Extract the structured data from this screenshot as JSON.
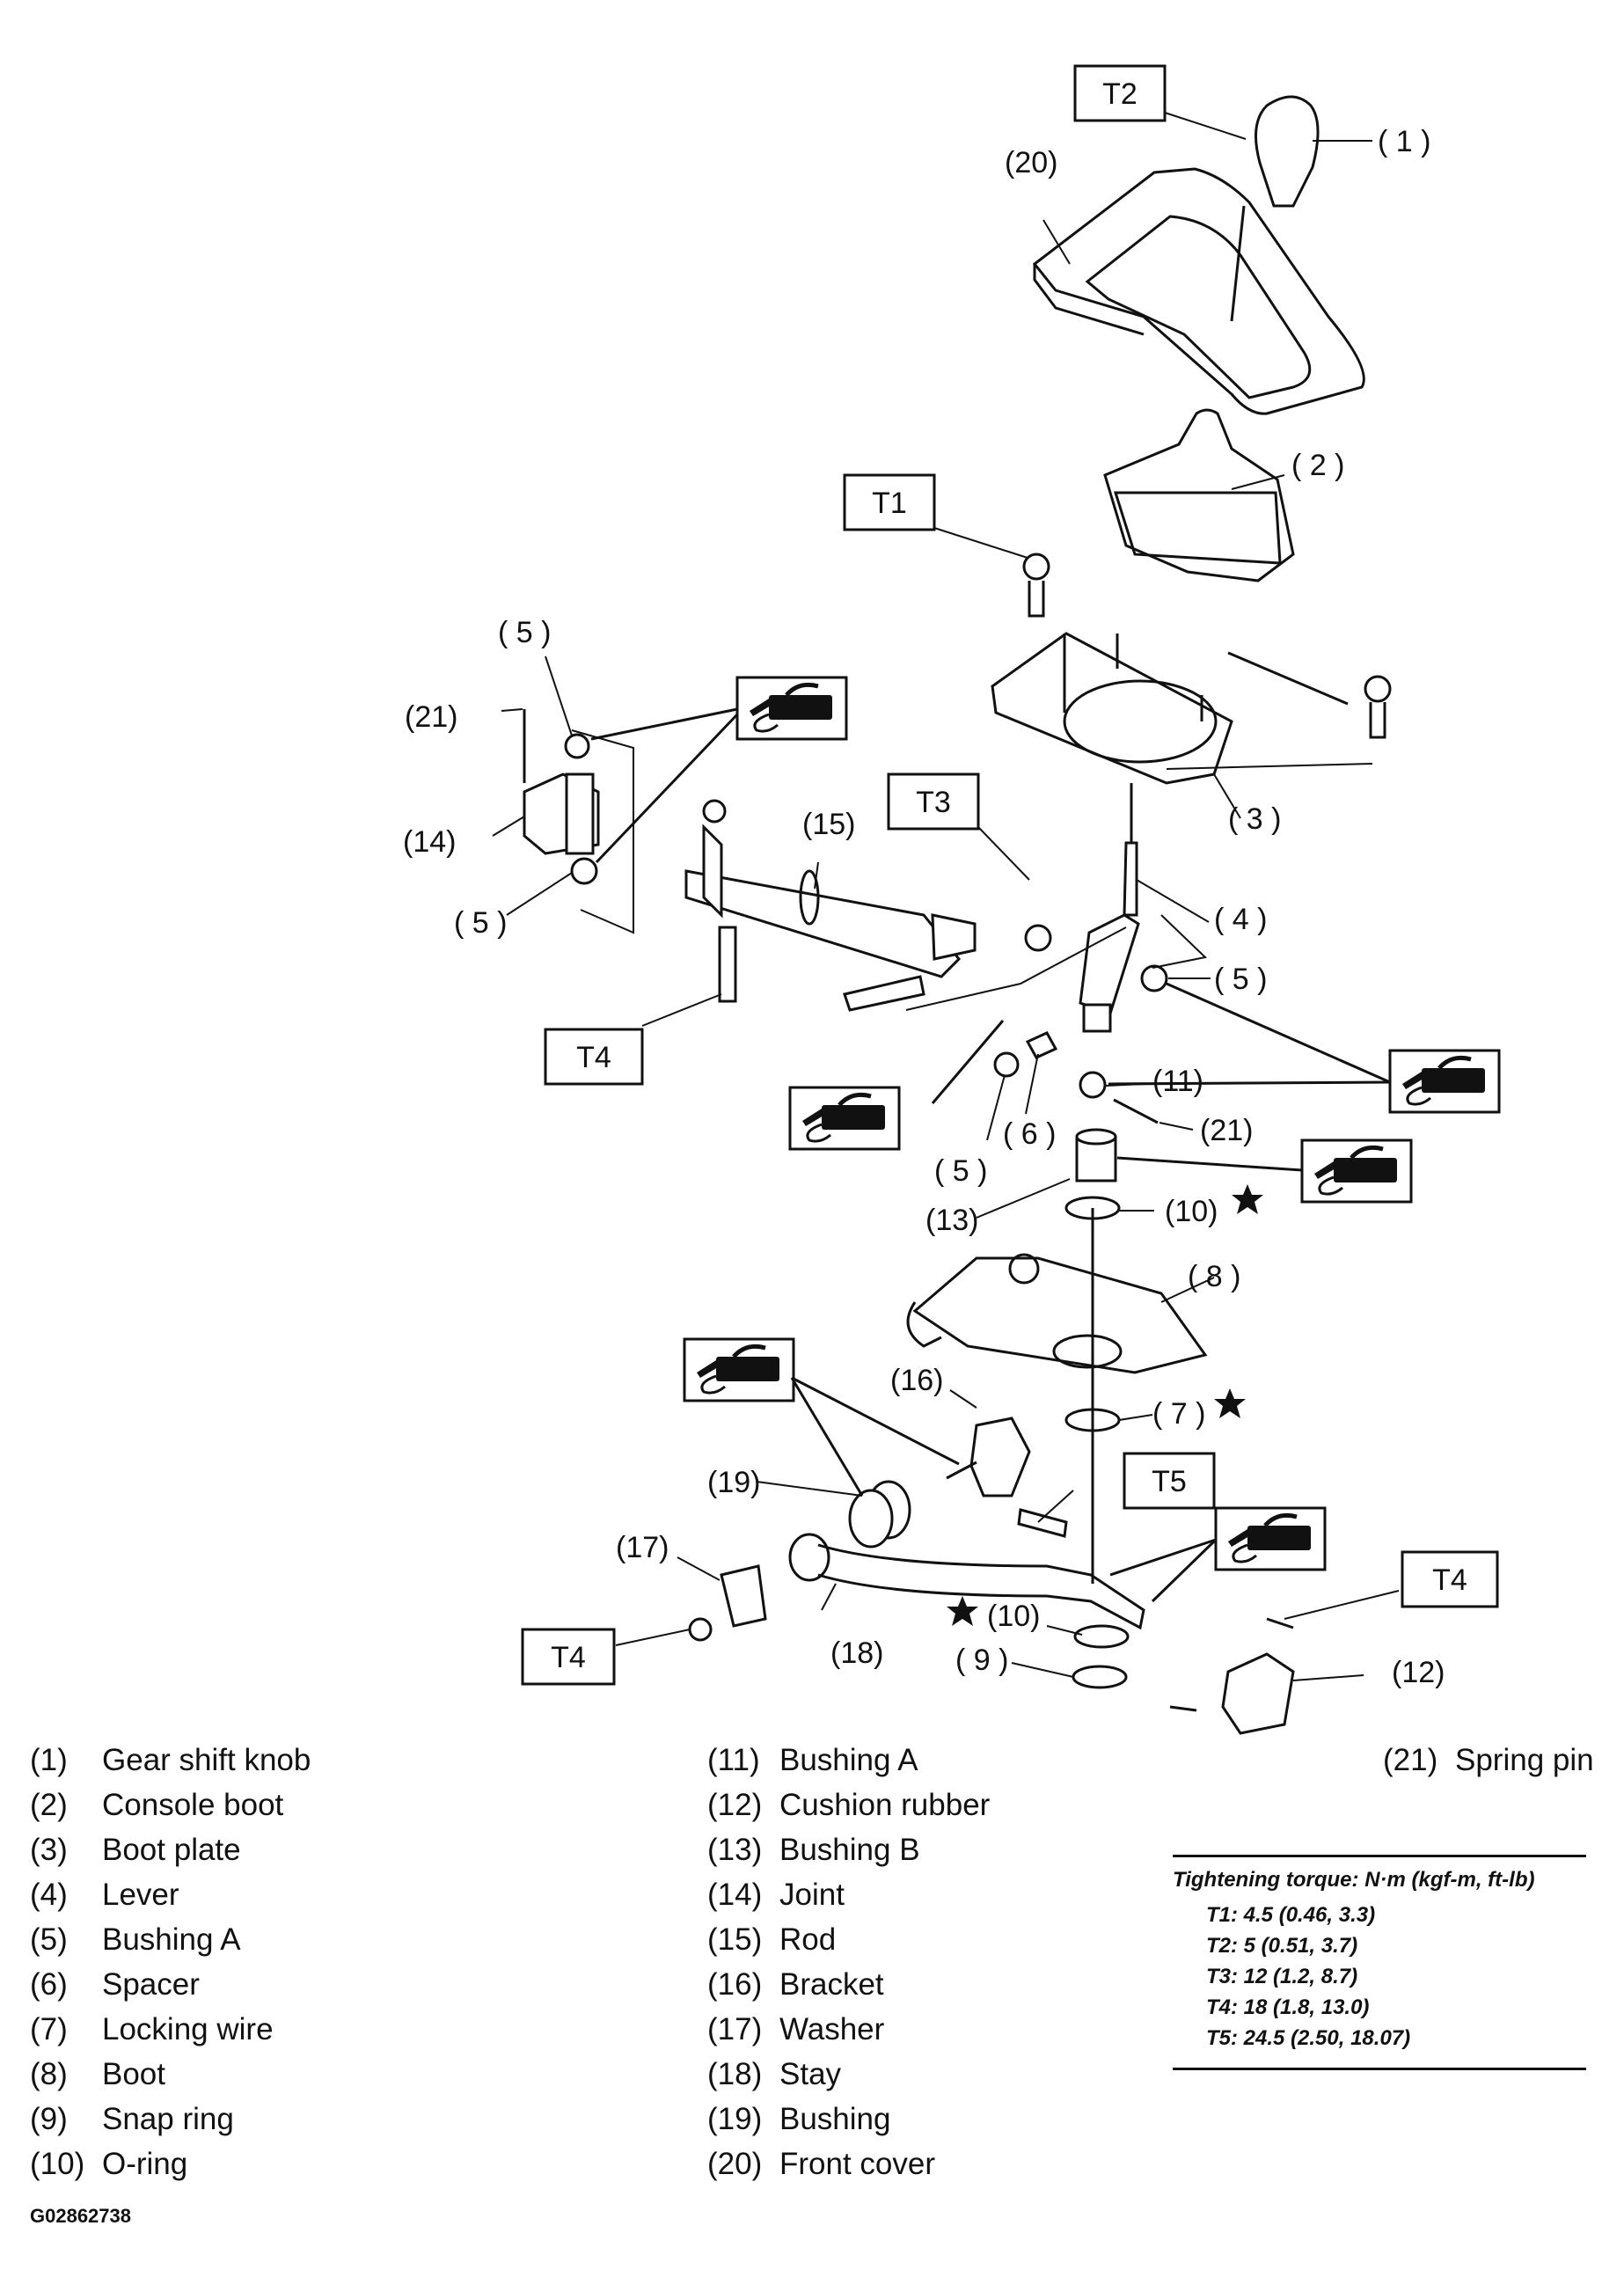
{
  "callouts": {
    "c1": "( 1 )",
    "c2": "( 2 )",
    "c3": "( 3 )",
    "c4": "( 4 )",
    "c5a": "( 5 )",
    "c5b": "( 5 )",
    "c5c": "( 5 )",
    "c5d": "( 5 )",
    "c6": "( 6 )",
    "c7": "( 7 )",
    "c8": "( 8 )",
    "c9": "( 9 )",
    "c10a": "(10)",
    "c10b": "(10)",
    "c11": "(11)",
    "c12": "(12)",
    "c13": "(13)",
    "c14": "(14)",
    "c15": "(15)",
    "c16": "(16)",
    "c17": "(17)",
    "c18": "(18)",
    "c19": "(19)",
    "c20": "(20)",
    "c21a": "(21)",
    "c21b": "(21)"
  },
  "torque_boxes": {
    "t1": "T1",
    "t2": "T2",
    "t3": "T3",
    "t4a": "T4",
    "t4b": "T4",
    "t4c": "T4",
    "t5": "T5"
  },
  "icons": {
    "grease": "grease-gun-icon",
    "star": "star-icon"
  },
  "legend": {
    "col1": [
      {
        "num": "(1)",
        "name": "Gear shift knob"
      },
      {
        "num": "(2)",
        "name": "Console boot"
      },
      {
        "num": "(3)",
        "name": "Boot plate"
      },
      {
        "num": "(4)",
        "name": "Lever"
      },
      {
        "num": "(5)",
        "name": "Bushing A"
      },
      {
        "num": "(6)",
        "name": "Spacer"
      },
      {
        "num": "(7)",
        "name": "Locking wire"
      },
      {
        "num": "(8)",
        "name": "Boot"
      },
      {
        "num": "(9)",
        "name": "Snap ring"
      },
      {
        "num": "(10)",
        "name": "O-ring"
      }
    ],
    "col2": [
      {
        "num": "(11)",
        "name": "Bushing A"
      },
      {
        "num": "(12)",
        "name": "Cushion rubber"
      },
      {
        "num": "(13)",
        "name": "Bushing B"
      },
      {
        "num": "(14)",
        "name": "Joint"
      },
      {
        "num": "(15)",
        "name": "Rod"
      },
      {
        "num": "(16)",
        "name": "Bracket"
      },
      {
        "num": "(17)",
        "name": "Washer"
      },
      {
        "num": "(18)",
        "name": "Stay"
      },
      {
        "num": "(19)",
        "name": "Bushing"
      },
      {
        "num": "(20)",
        "name": "Front cover"
      }
    ],
    "col3": [
      {
        "num": "(21)",
        "name": "Spring pin"
      }
    ]
  },
  "torque_table": {
    "heading": "Tightening torque: N·m (kgf-m, ft-lb)",
    "rows": [
      "T1: 4.5 (0.46, 3.3)",
      "T2: 5 (0.51, 3.7)",
      "T3: 12 (1.2, 8.7)",
      "T4: 18 (1.8, 13.0)",
      "T5: 24.5 (2.50, 18.07)"
    ]
  },
  "figure_code": "G02862738"
}
